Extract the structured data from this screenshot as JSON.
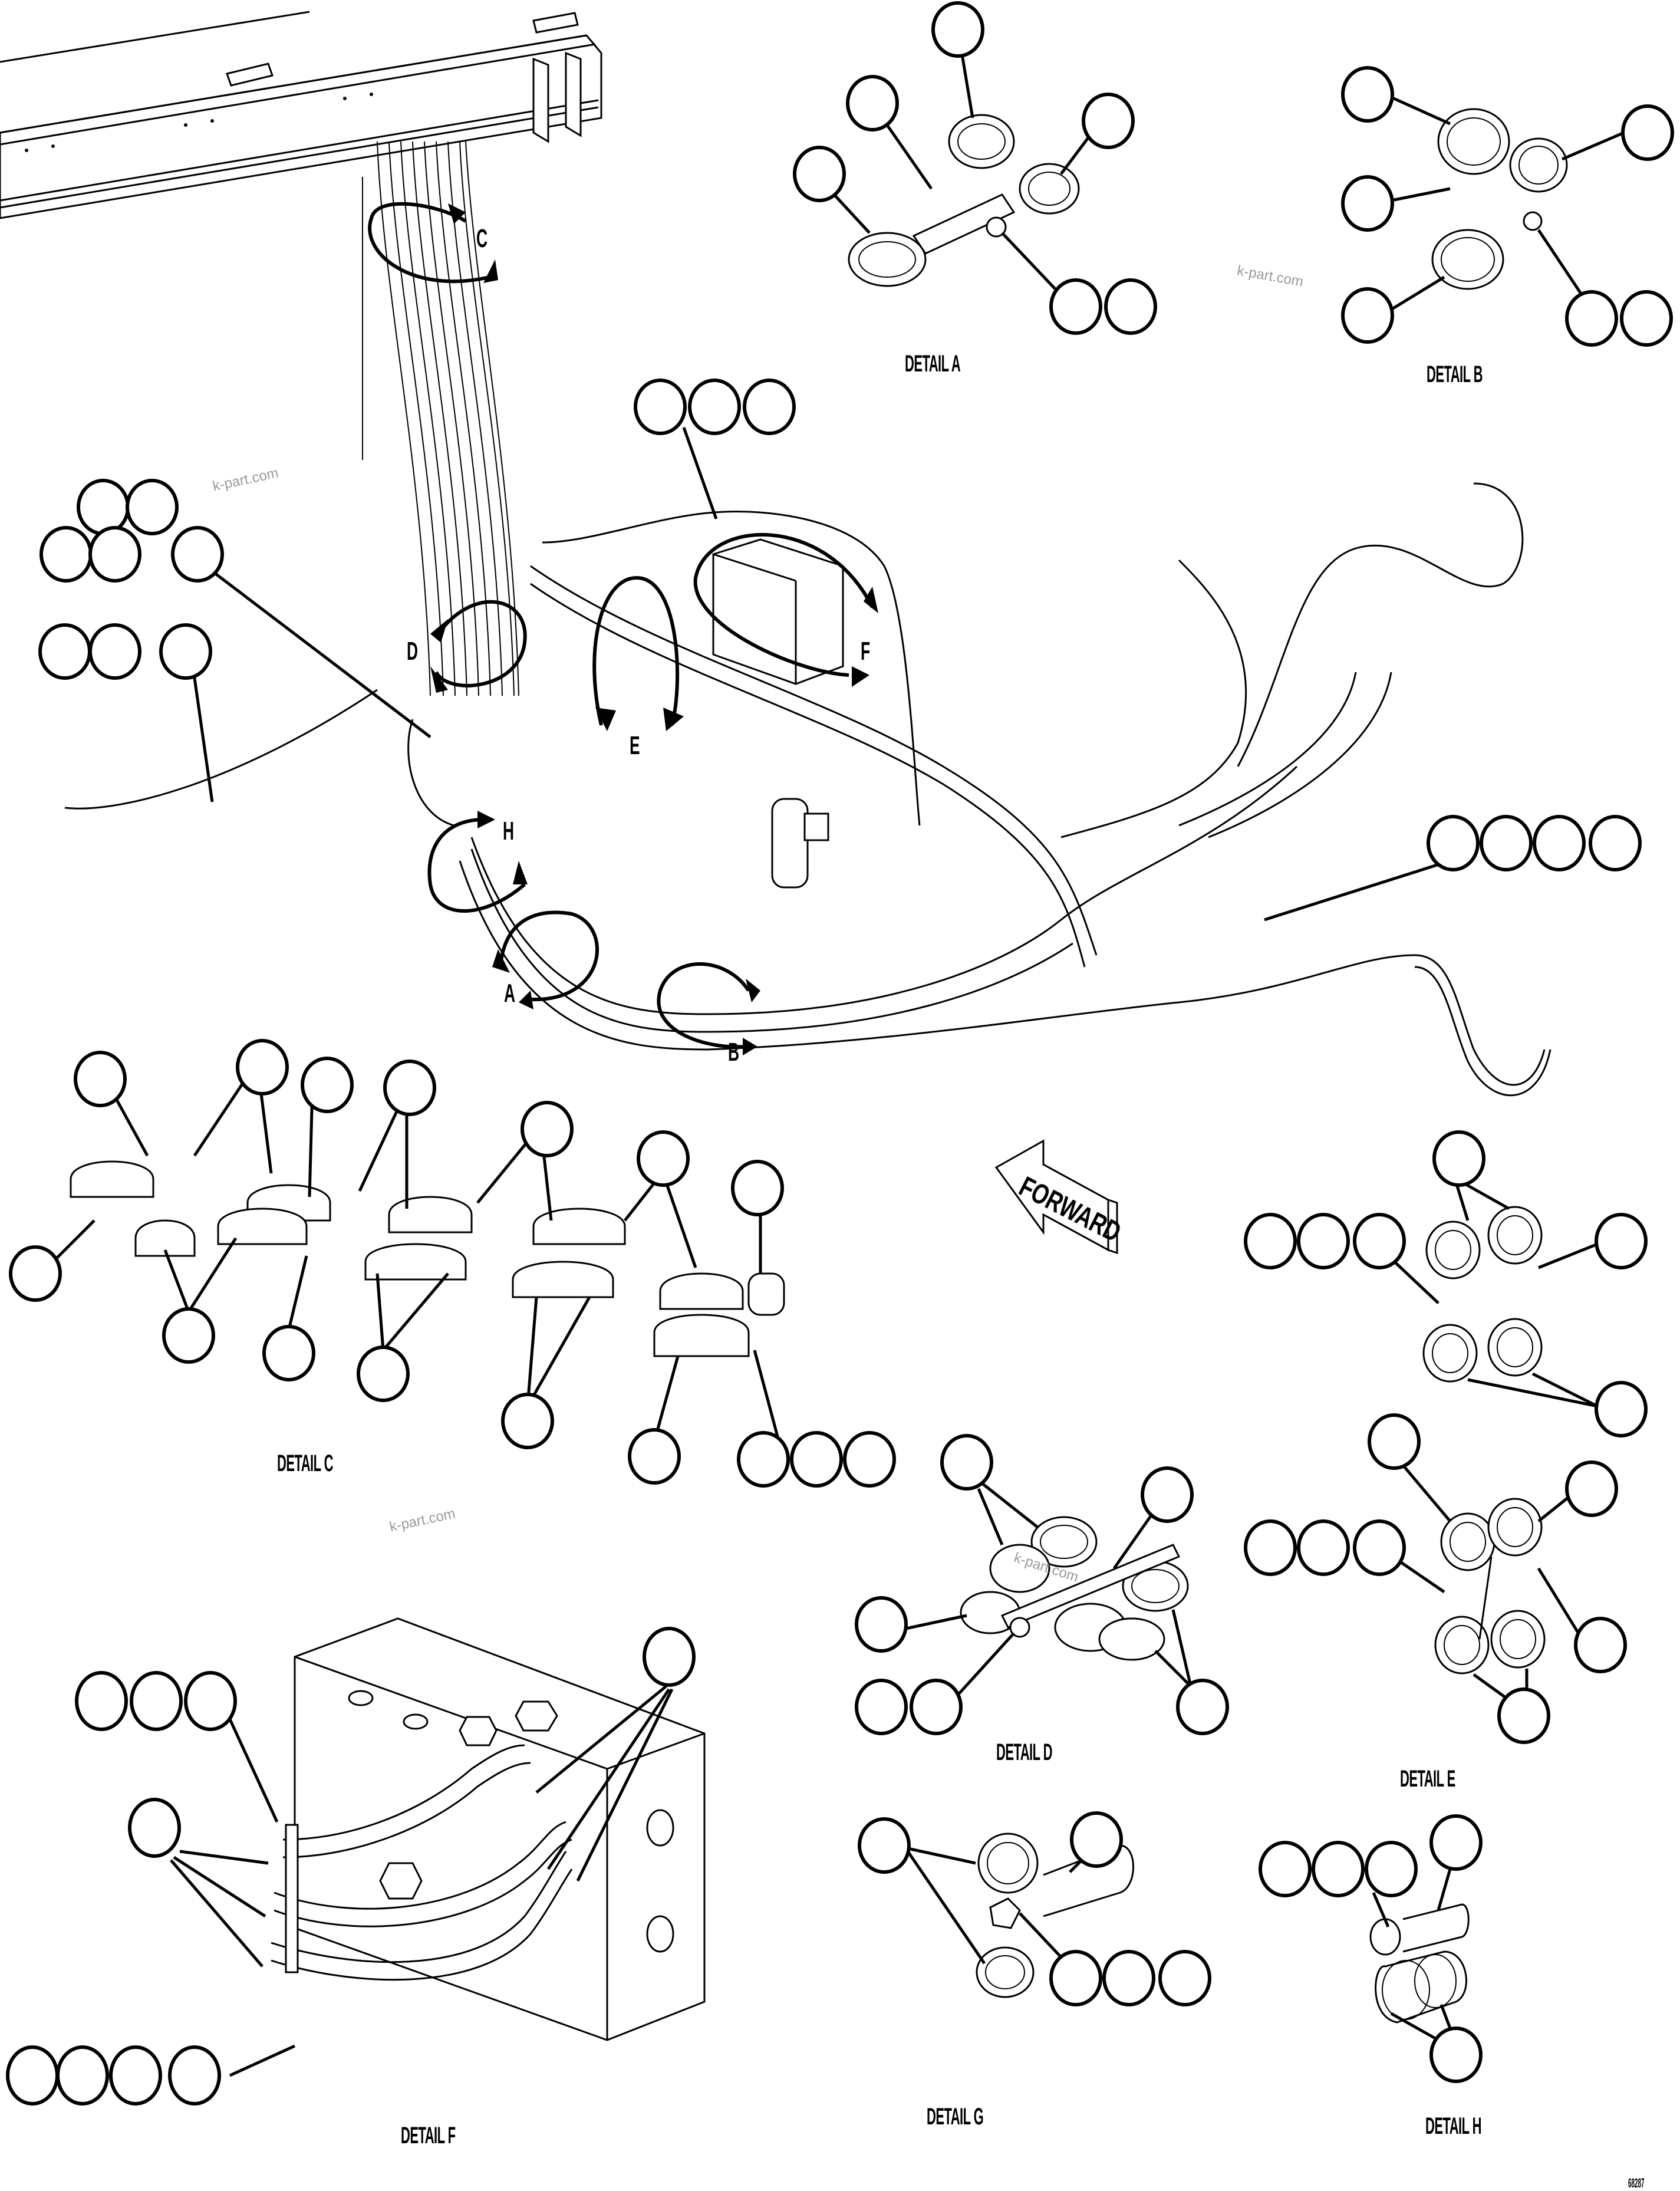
{
  "diagram": {
    "type": "exploded parts illustration - hydraulic hose routing",
    "figure_id": "68287",
    "direction_indicator": "FORWARD",
    "view_letters": [
      "A",
      "B",
      "C",
      "D",
      "E",
      "F",
      "H"
    ],
    "details": [
      {
        "id": "A",
        "label": "DETAIL A"
      },
      {
        "id": "B",
        "label": "DETAIL B"
      },
      {
        "id": "C",
        "label": "DETAIL C"
      },
      {
        "id": "D",
        "label": "DETAIL D"
      },
      {
        "id": "E",
        "label": "DETAIL E"
      },
      {
        "id": "F",
        "label": "DETAIL F"
      },
      {
        "id": "G",
        "label": "DETAIL G"
      },
      {
        "id": "H",
        "label": "DETAIL H"
      }
    ],
    "watermark": "k-part.com",
    "callout_balloons_note": "All reference balloons are blank (no item numbers shown)"
  }
}
